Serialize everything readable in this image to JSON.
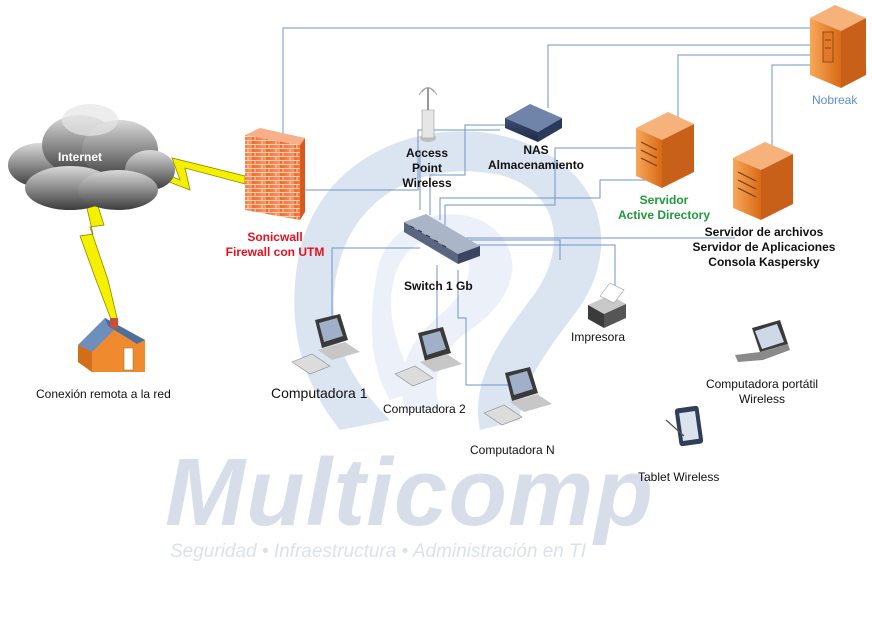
{
  "watermark": {
    "brand": "Multicomp",
    "tagline": "Seguridad • Infraestructura • Administración en TI"
  },
  "nodes": {
    "internet": "Internet",
    "firewall_line1": "Sonicwall",
    "firewall_line2": "Firewall con UTM",
    "access_point_line1": "Access",
    "access_point_line2": "Point",
    "access_point_line3": "Wireless",
    "nas_line1": "NAS",
    "nas_line2": "Almacenamiento",
    "ad_line1": "Servidor",
    "ad_line2": "Active Directory",
    "files_line1": "Servidor de archivos",
    "files_line2": "Servidor de Aplicaciones",
    "files_line3": "Consola Kaspersky",
    "nobreak": "Nobreak",
    "switch": "Switch 1 Gb",
    "printer": "Impresora",
    "pc1": "Computadora 1",
    "pc2": "Computadora 2",
    "pcn": "Computadora N",
    "laptop_line1": "Computadora portátil",
    "laptop_line2": "Wireless",
    "tablet": "Tablet Wireless",
    "remote": "Conexión remota a la red"
  },
  "colors": {
    "link": "#6f94c8",
    "firewall_label": "#e8101f",
    "ad_label": "#1f9a3a",
    "nobreak_label": "#5b8fc9",
    "lightning": "#f4f000",
    "server": "#f08a2e"
  }
}
